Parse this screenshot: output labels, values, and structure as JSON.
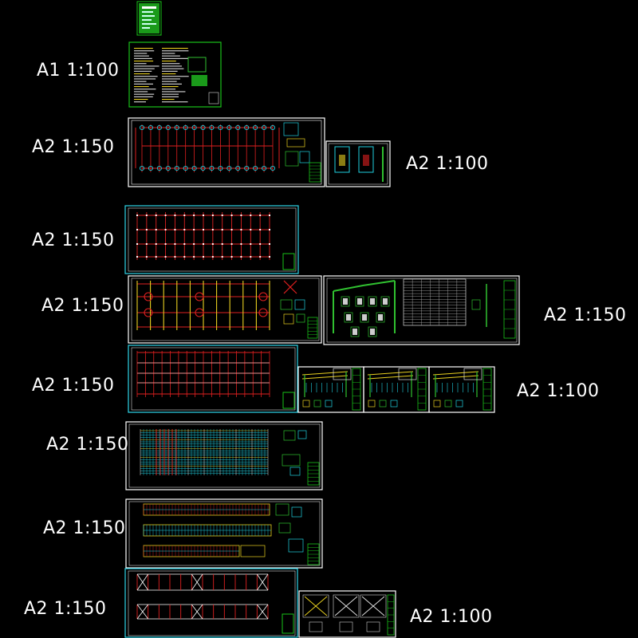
{
  "view": {
    "background": "#000000"
  },
  "colors": {
    "frame_white": "#ffffff",
    "frame_cyan": "#2fd6e8",
    "title_green": "#19c219",
    "grid_red": "#e02020",
    "grid_yellow": "#e8d020",
    "cyan": "#20d0e0",
    "green": "#30c030",
    "label": "#ffffff"
  },
  "labels": {
    "l1": "A1 1:100",
    "l2": "A2 1:150",
    "l3": "A2 1:100",
    "l4": "A2 1:150",
    "l5": "A2 1:150",
    "l6": "A2 1:150",
    "l7": "A2 1:150",
    "l8": "A2 1:100",
    "l9": "A2 1:150",
    "l10": "A2 1:150",
    "l11": "A2 1:150",
    "l12": "A2 1:100"
  },
  "sheets": [
    {
      "id": "cover-sheet",
      "content": "cover"
    },
    {
      "id": "general-notes-sheet",
      "content": "notes"
    },
    {
      "id": "foundation-plan-sheet",
      "content": "foundation"
    },
    {
      "id": "foundation-detail-sheet",
      "content": "details-small"
    },
    {
      "id": "anchor-bolt-plan-sheet",
      "content": "grid-red"
    },
    {
      "id": "column-layout-plan-sheet",
      "content": "grid-yellow"
    },
    {
      "id": "frame-elevation-sheet",
      "content": "frame-table"
    },
    {
      "id": "roof-purlin-plan-sheet",
      "content": "grid-lines"
    },
    {
      "id": "rigid-frame-detail-sheet-1",
      "content": "frame-detail"
    },
    {
      "id": "rigid-frame-detail-sheet-2",
      "content": "frame-detail"
    },
    {
      "id": "rigid-frame-detail-sheet-3",
      "content": "frame-detail"
    },
    {
      "id": "wall-purlin-plan-sheet",
      "content": "dense-grid"
    },
    {
      "id": "wall-elevation-sheet",
      "content": "elevations"
    },
    {
      "id": "bracing-layout-sheet",
      "content": "bracing"
    },
    {
      "id": "bracing-detail-sheet",
      "content": "bracing-detail"
    }
  ]
}
